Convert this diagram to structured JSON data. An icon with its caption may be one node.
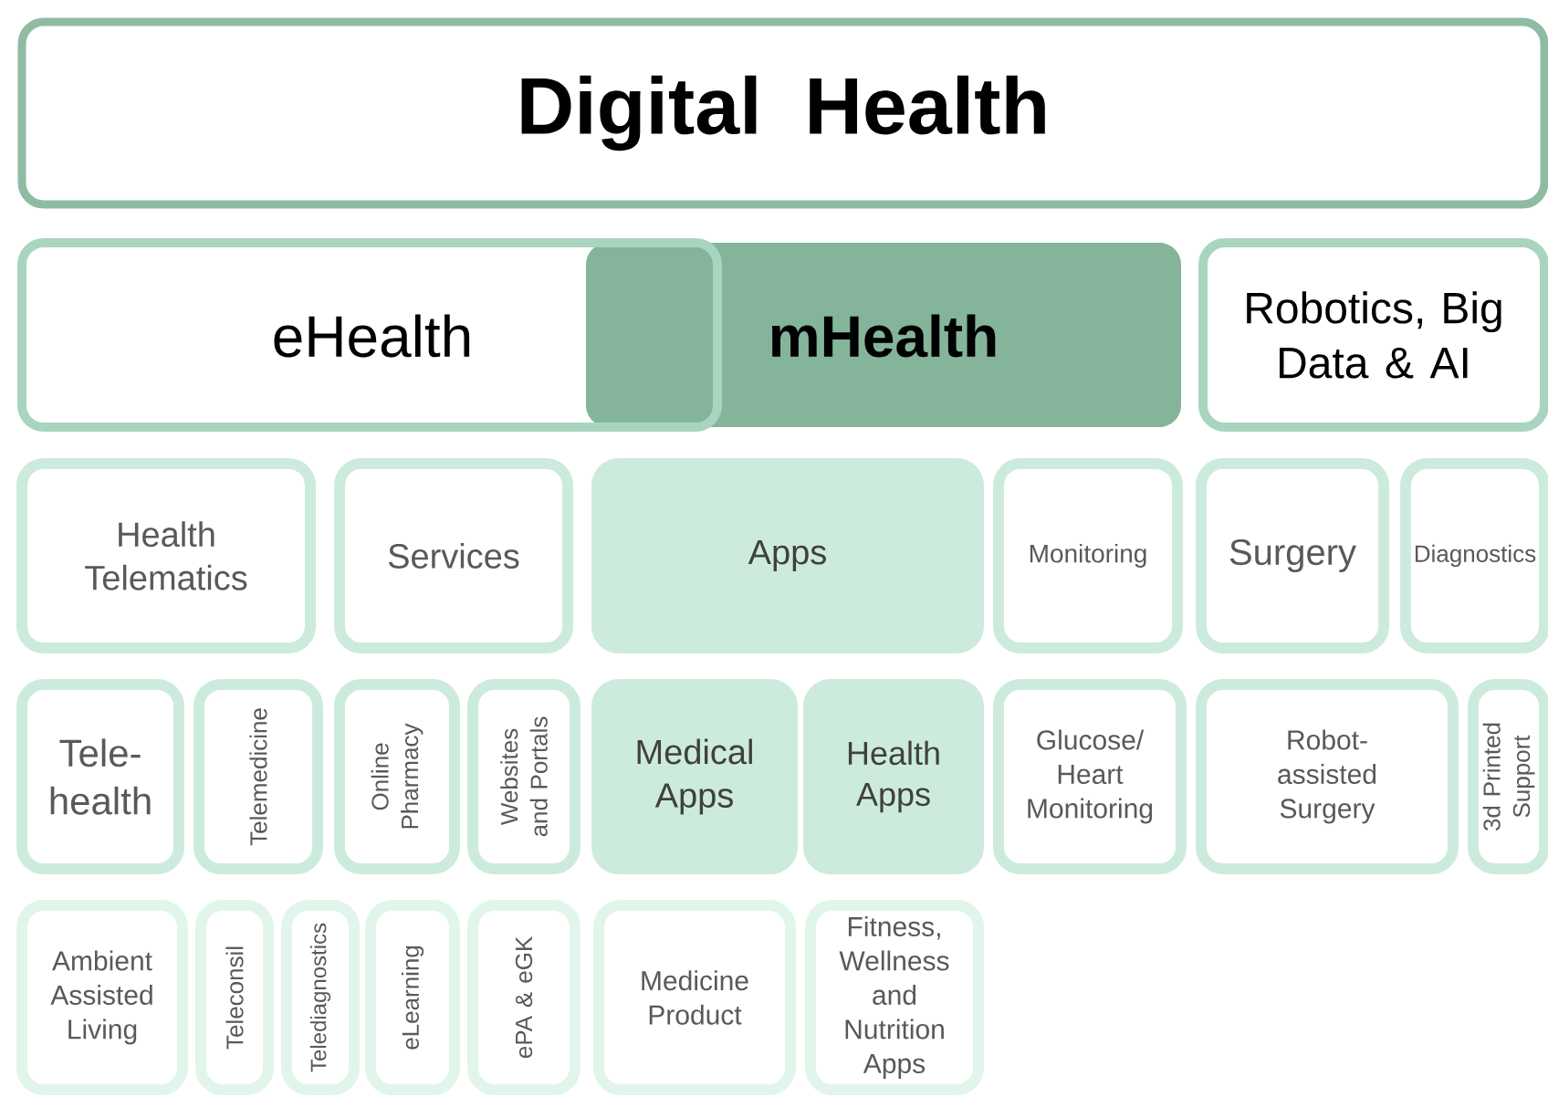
{
  "diagram": {
    "nodes": [
      {
        "text": [
          "Digital Health"
        ]
      },
      {
        "text": [
          "eHealth"
        ]
      },
      {
        "text": [
          "mHealth"
        ]
      },
      {
        "text": [
          "Robotics, Big Data & AI"
        ]
      },
      {
        "text": [
          "Health Telematics"
        ]
      },
      {
        "text": [
          "Services"
        ]
      },
      {
        "text": [
          "Apps"
        ]
      },
      {
        "text": [
          "Monitoring"
        ]
      },
      {
        "text": [
          "Surgery"
        ]
      },
      {
        "text": [
          "Diagnostics"
        ]
      },
      {
        "text": [
          "Tele-health"
        ]
      },
      {
        "text": [
          "Telemedicine"
        ]
      },
      {
        "text": [
          "Online Pharmacy"
        ]
      },
      {
        "text": [
          "Websites and Portals"
        ]
      },
      {
        "text": [
          "Medical Apps"
        ]
      },
      {
        "text": [
          "Health Apps"
        ]
      },
      {
        "text": [
          "Glucose/ Heart Monitoring"
        ]
      },
      {
        "text": [
          "Robot-assisted Surgery"
        ]
      },
      {
        "text": [
          "3d Printed Support"
        ]
      },
      {
        "text": [
          "Ambient Assisted Living"
        ]
      },
      {
        "text": [
          "Teleconsil"
        ]
      },
      {
        "text": [
          "Telediagnostics"
        ]
      },
      {
        "text": [
          "eLearning"
        ]
      },
      {
        "text": [
          "ePA & eGK"
        ]
      },
      {
        "text": [
          "Medicine Product"
        ]
      },
      {
        "text": [
          "Fitness, Wellness and Nutrition Apps"
        ]
      }
    ]
  }
}
